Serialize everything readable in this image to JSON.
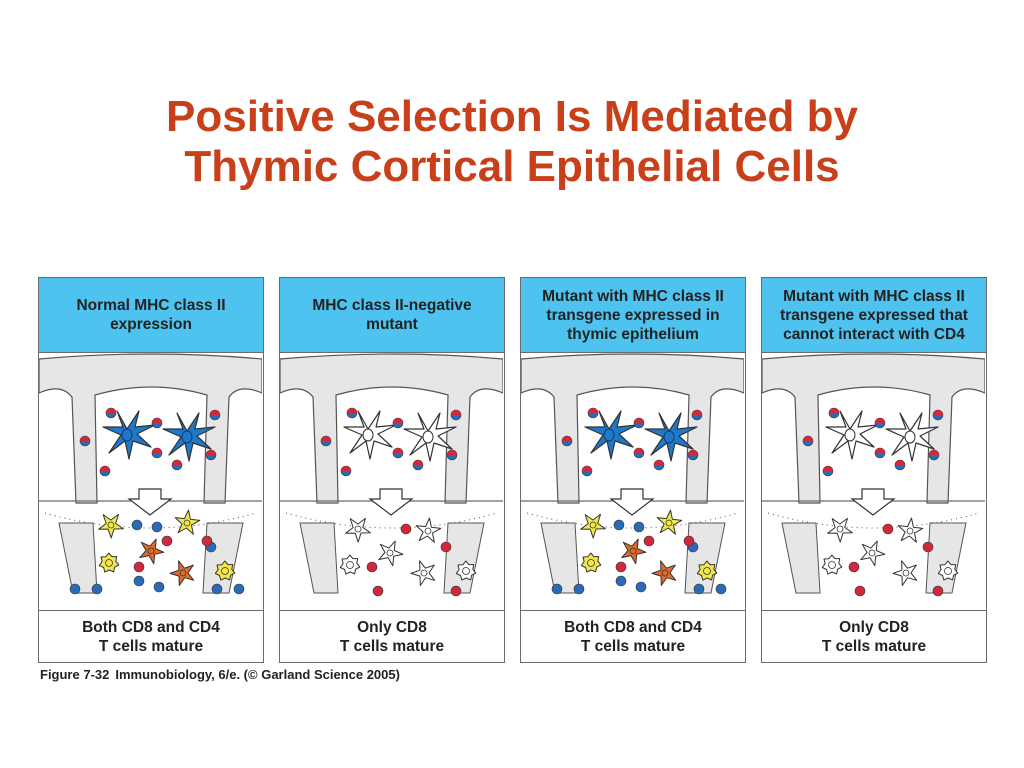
{
  "title": {
    "line1": "Positive Selection Is Mediated by",
    "line2": "Thymic Cortical Epithelial Cells"
  },
  "panels": [
    {
      "header": [
        "Normal MHC class II",
        "expression"
      ],
      "footer": [
        "Both CD8 and CD4",
        "T cells mature"
      ],
      "epithelial_cells_colored": true,
      "mature_cd4_cells": true
    },
    {
      "header": [
        "MHC class II-negative",
        "mutant"
      ],
      "footer": [
        "Only CD8",
        "T cells mature"
      ],
      "epithelial_cells_colored": false,
      "mature_cd4_cells": false
    },
    {
      "header": [
        "Mutant with MHC class II",
        "transgene expressed in",
        "thymic epithelium"
      ],
      "footer": [
        "Both CD8 and CD4",
        "T cells mature"
      ],
      "epithelial_cells_colored": true,
      "mature_cd4_cells": true
    },
    {
      "header": [
        "Mutant with MHC class II",
        "transgene expressed that",
        "cannot interact with CD4"
      ],
      "footer": [
        "Only CD8",
        "T cells mature"
      ],
      "epithelial_cells_colored": false,
      "mature_cd4_cells": false
    }
  ],
  "caption": {
    "figure": "Figure 7-32",
    "source": "Immunobiology, 6/e. (© Garland Science 2005)"
  },
  "colors": {
    "title": "#c8401a",
    "header_bg": "#4fc3f0",
    "epithelial_cell": "#1f78c8",
    "cd4_cell": "#f2e84a",
    "cd8_cell": "#e06a2a",
    "red_thymocyte": "#d0283c",
    "blue_thymocyte": "#2a6ab8",
    "structure_gray": "#e6e6e6"
  }
}
